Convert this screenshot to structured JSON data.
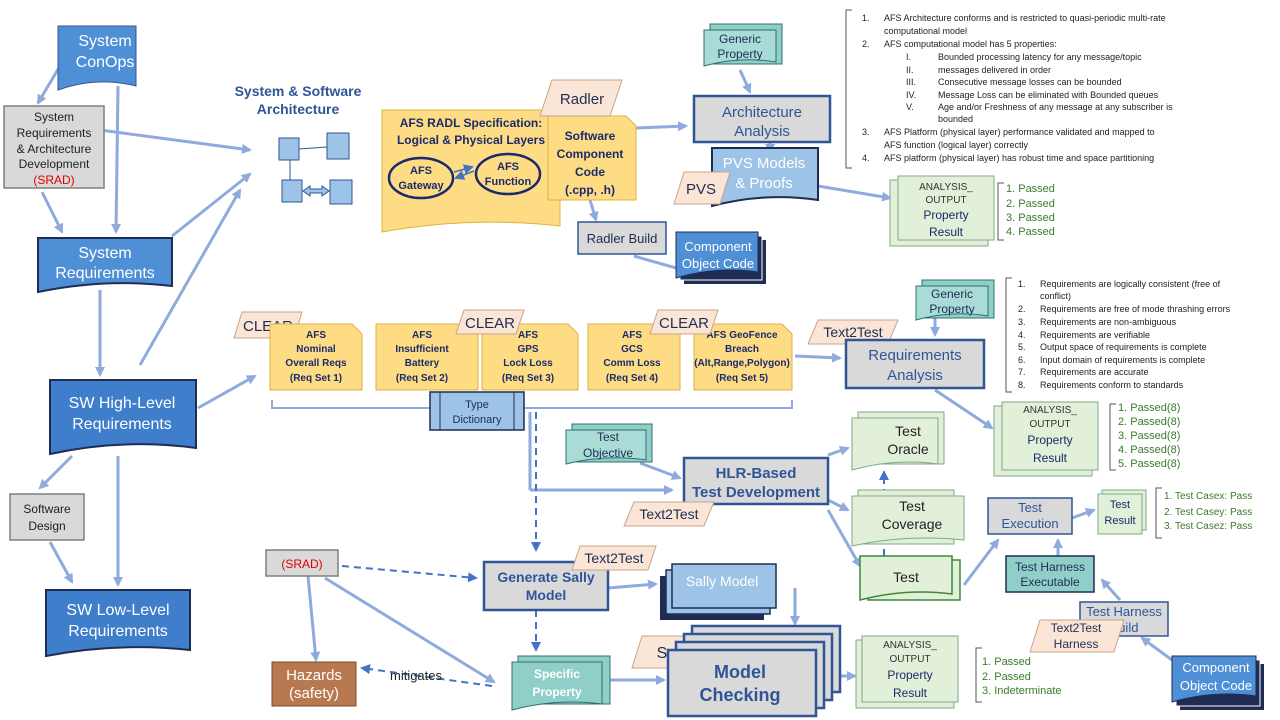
{
  "nodes": {
    "conops": [
      "System",
      "ConOps"
    ],
    "sysreq_dev": [
      "System",
      "Requirements",
      "& Architecture",
      "Development"
    ],
    "sysreq_dev_srad": "(SRAD)",
    "sysreq": [
      "System",
      "Requirements"
    ],
    "hlr": [
      "SW High-Level",
      "Requirements"
    ],
    "sw_design": [
      "Software",
      "Design"
    ],
    "llr": [
      "SW Low-Level",
      "Requirements"
    ],
    "arch_title": [
      "System & Software",
      "Architecture"
    ],
    "radl_spec": [
      "AFS RADL Specification:",
      "Logical & Physical Layers"
    ],
    "afs_gateway": [
      "AFS",
      "Gateway"
    ],
    "afs_function": [
      "AFS",
      "Function"
    ],
    "radler": "Radler",
    "sw_component_code": [
      "Software",
      "Component",
      "Code",
      "(.cpp, .h)"
    ],
    "radler_build": "Radler Build",
    "component_object_code_1": [
      "Component",
      "Object Code"
    ],
    "generic_property_1": [
      "Generic",
      "Property"
    ],
    "architecture_analysis": [
      "Architecture",
      "Analysis"
    ],
    "pvs_models": [
      "PVS Models",
      "& Proofs"
    ],
    "pvs": "PVS",
    "analysis_output_1": [
      "ANALYSIS_",
      "OUTPUT",
      "Property",
      "Result"
    ],
    "results_1": [
      "1. Passed",
      "2. Passed",
      "3. Passed",
      "4. Passed"
    ],
    "clear_1": "CLEAR",
    "clear_2": "CLEAR",
    "clear_3": "CLEAR",
    "req_set_1": [
      "AFS",
      "Nominal",
      "Overall Reqs",
      "(Req Set 1)"
    ],
    "req_set_2": [
      "AFS",
      "Insufficient",
      "Battery",
      "(Req Set 2)"
    ],
    "req_set_3": [
      "AFS",
      "GPS",
      "Lock Loss",
      "(Req Set 3)"
    ],
    "req_set_4": [
      "AFS",
      "GCS",
      "Comm Loss",
      "(Req Set 4)"
    ],
    "req_set_5": [
      "AFS GeoFence",
      "Breach",
      "(Alt,Range,Polygon)",
      "(Req Set 5)"
    ],
    "type_dictionary": [
      "Type",
      "Dictionary"
    ],
    "text2test_1": "Text2Test",
    "generic_property_2": [
      "Generic",
      "Property"
    ],
    "requirements_analysis": [
      "Requirements",
      "Analysis"
    ],
    "analysis_output_2": [
      "ANALYSIS_",
      "OUTPUT",
      "Property",
      "Result"
    ],
    "results_2": [
      "1. Passed(8)",
      "2. Passed(8)",
      "3. Passed(8)",
      "4. Passed(8)",
      "5. Passed(8)"
    ],
    "test_objective": [
      "Test",
      "Objective"
    ],
    "hlr_test_dev": [
      "HLR-Based",
      "Test Development"
    ],
    "text2test_2": "Text2Test",
    "test_oracle": [
      "Test",
      "Oracle"
    ],
    "test_coverage": [
      "Test",
      "Coverage"
    ],
    "test": "Test",
    "test_execution": [
      "Test",
      "Execution"
    ],
    "test_result": [
      "Test",
      "Result"
    ],
    "results_3": [
      "1. Test Casex: Pass",
      "2. Test Casey: Pass",
      "3. Test Casez: Pass"
    ],
    "test_harness_exec": [
      "Test Harness",
      "Executable"
    ],
    "test_harness_build": [
      "Test Harness",
      "Build"
    ],
    "text2test_harness": [
      "Text2Test",
      "Harness"
    ],
    "component_object_code_2": [
      "Component",
      "Object Code"
    ],
    "srad_small": "(SRAD)",
    "generate_sally": [
      "Generate Sally",
      "Model"
    ],
    "text2test_3": "Text2Test",
    "sally_model": "Sally Model",
    "hazards": [
      "Hazards",
      "(safety)"
    ],
    "mitigates": "mitigates",
    "specific_property": [
      "Specific",
      "Property"
    ],
    "sally": "Sally",
    "model_checking": [
      "Model",
      "Checking"
    ],
    "analysis_output_3": [
      "ANALYSIS_",
      "OUTPUT",
      "Property",
      "Result"
    ],
    "results_4": [
      "1. Passed",
      "2. Passed",
      "3. Indeterminate"
    ]
  },
  "notes": {
    "arch_properties": [
      [
        "1.",
        "AFS Architecture conforms and is restricted to quasi-periodic multi-rate"
      ],
      [
        "",
        "computational model"
      ],
      [
        "2.",
        "AFS computational model has 5 properties:"
      ],
      [
        "I.",
        "Bounded processing latency for any message/topic"
      ],
      [
        "II.",
        "messages delivered in order"
      ],
      [
        "III.",
        "Consecutive message losses can be bounded"
      ],
      [
        "IV.",
        "Message Loss can be eliminated with Bounded queues"
      ],
      [
        "V.",
        "Age and/or Freshness of any message at any subscriber is"
      ],
      [
        "",
        "bounded"
      ],
      [
        "3.",
        "AFS Platform (physical layer) performance validated and mapped to"
      ],
      [
        "",
        "AFS function (logical layer) correctly"
      ],
      [
        "4.",
        "AFS platform (physical layer) has robust time and space partitioning"
      ]
    ],
    "req_properties": [
      [
        "1.",
        "Requirements are logically consistent (free of"
      ],
      [
        "",
        "conflict)"
      ],
      [
        "2.",
        "Requirements are free of mode thrashing errors"
      ],
      [
        "3.",
        "Requirements are non-ambiguous"
      ],
      [
        "4.",
        "Requirements are verifiable"
      ],
      [
        "5.",
        "Output space of requirements is complete"
      ],
      [
        "6.",
        "Input domain of requirements is complete"
      ],
      [
        "7.",
        "Requirements are accurate"
      ],
      [
        "8.",
        "Requirements conform to standards"
      ]
    ]
  },
  "colors": {
    "blue_box": "#4f8fd6",
    "gray_box": "#d9d9d9",
    "yellow_box": "#fddc84",
    "light_blue": "#9dc3e6",
    "teal": "#8fcfc8",
    "peach": "#fbe5d6",
    "green_box": "#e2efd9",
    "brown": "#b87850",
    "arrow": "#8faadc"
  }
}
